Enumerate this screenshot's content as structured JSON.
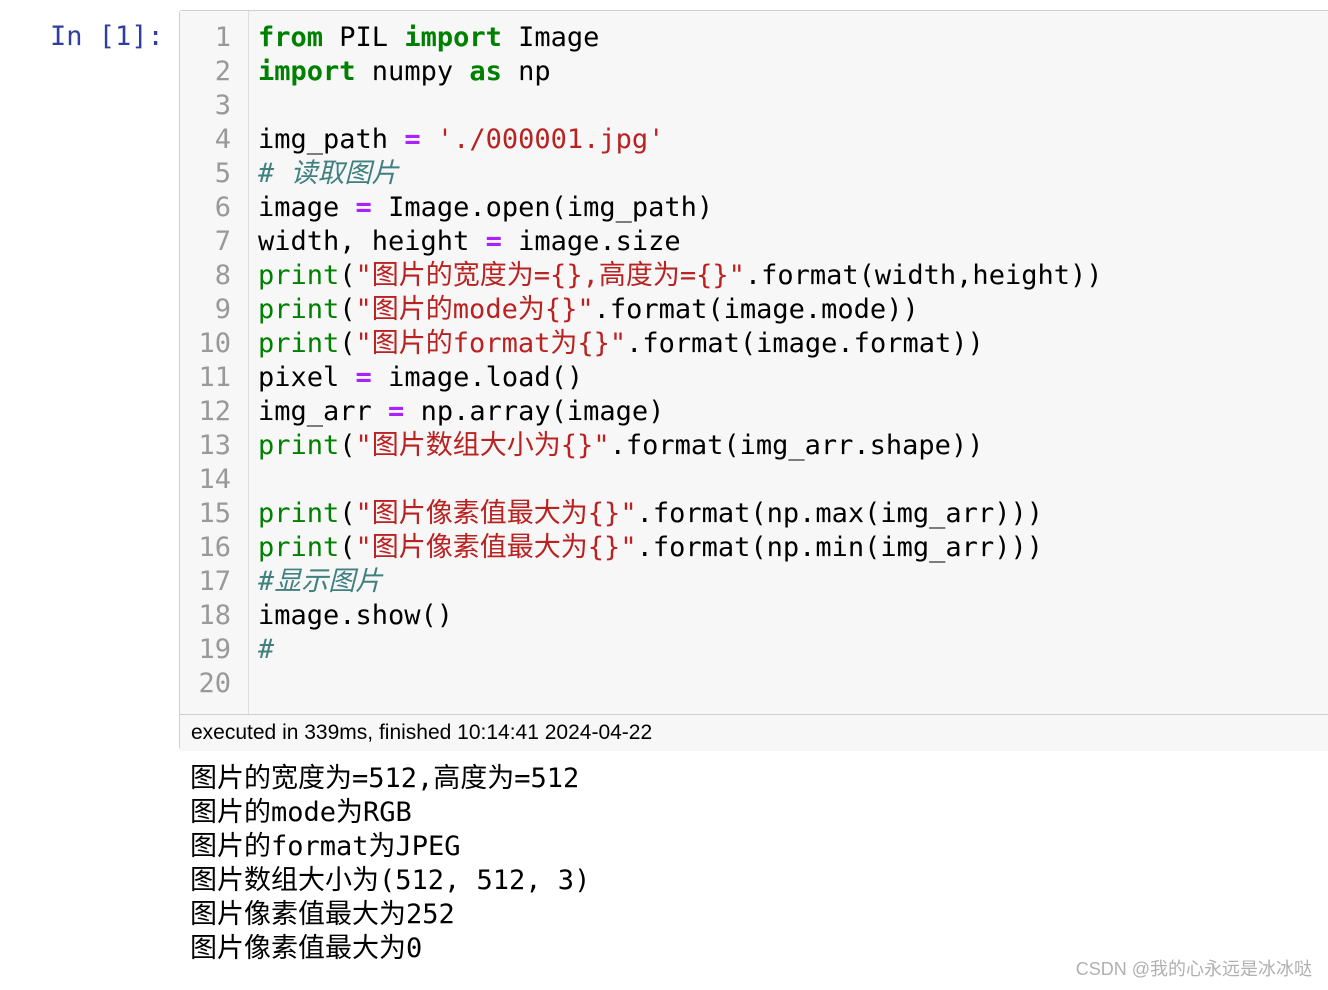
{
  "prompt": "In [1]:",
  "line_numbers": [
    "1",
    "2",
    "3",
    "4",
    "5",
    "6",
    "7",
    "8",
    "9",
    "10",
    "11",
    "12",
    "13",
    "14",
    "15",
    "16",
    "17",
    "18",
    "19",
    "20"
  ],
  "code_lines": [
    [
      {
        "t": "kw",
        "v": "from"
      },
      {
        "t": "p",
        "v": " PIL "
      },
      {
        "t": "kw",
        "v": "import"
      },
      {
        "t": "p",
        "v": " Image"
      }
    ],
    [
      {
        "t": "kw",
        "v": "import"
      },
      {
        "t": "p",
        "v": " numpy "
      },
      {
        "t": "kw",
        "v": "as"
      },
      {
        "t": "p",
        "v": " np"
      }
    ],
    [],
    [
      {
        "t": "p",
        "v": "img_path "
      },
      {
        "t": "op",
        "v": "="
      },
      {
        "t": "p",
        "v": " "
      },
      {
        "t": "str",
        "v": "'./000001.jpg'"
      }
    ],
    [
      {
        "t": "cm",
        "v": "# 读取图片"
      }
    ],
    [
      {
        "t": "p",
        "v": "image "
      },
      {
        "t": "op",
        "v": "="
      },
      {
        "t": "p",
        "v": " Image.open(img_path)"
      }
    ],
    [
      {
        "t": "p",
        "v": "width, height "
      },
      {
        "t": "op",
        "v": "="
      },
      {
        "t": "p",
        "v": " image.size"
      }
    ],
    [
      {
        "t": "bi",
        "v": "print"
      },
      {
        "t": "p",
        "v": "("
      },
      {
        "t": "str",
        "v": "\"图片的宽度为={},高度为={}\""
      },
      {
        "t": "p",
        "v": ".format(width,height))"
      }
    ],
    [
      {
        "t": "bi",
        "v": "print"
      },
      {
        "t": "p",
        "v": "("
      },
      {
        "t": "str",
        "v": "\"图片的mode为{}\""
      },
      {
        "t": "p",
        "v": ".format(image.mode))"
      }
    ],
    [
      {
        "t": "bi",
        "v": "print"
      },
      {
        "t": "p",
        "v": "("
      },
      {
        "t": "str",
        "v": "\"图片的format为{}\""
      },
      {
        "t": "p",
        "v": ".format(image.format))"
      }
    ],
    [
      {
        "t": "p",
        "v": "pixel "
      },
      {
        "t": "op",
        "v": "="
      },
      {
        "t": "p",
        "v": " image.load()"
      }
    ],
    [
      {
        "t": "p",
        "v": "img_arr "
      },
      {
        "t": "op",
        "v": "="
      },
      {
        "t": "p",
        "v": " np.array(image)"
      }
    ],
    [
      {
        "t": "bi",
        "v": "print"
      },
      {
        "t": "p",
        "v": "("
      },
      {
        "t": "str",
        "v": "\"图片数组大小为{}\""
      },
      {
        "t": "p",
        "v": ".format(img_arr.shape))"
      }
    ],
    [],
    [
      {
        "t": "bi",
        "v": "print"
      },
      {
        "t": "p",
        "v": "("
      },
      {
        "t": "str",
        "v": "\"图片像素值最大为{}\""
      },
      {
        "t": "p",
        "v": ".format(np.max(img_arr)))"
      }
    ],
    [
      {
        "t": "bi",
        "v": "print"
      },
      {
        "t": "p",
        "v": "("
      },
      {
        "t": "str",
        "v": "\"图片像素值最大为{}\""
      },
      {
        "t": "p",
        "v": ".format(np.min(img_arr)))"
      }
    ],
    [
      {
        "t": "cm",
        "v": "#显示图片"
      }
    ],
    [
      {
        "t": "p",
        "v": "image.show()"
      }
    ],
    [
      {
        "t": "cm",
        "v": "#"
      }
    ],
    []
  ],
  "execution_info": "executed in 339ms, finished 10:14:41 2024-04-22",
  "output_lines": [
    "图片的宽度为=512,高度为=512",
    "图片的mode为RGB",
    "图片的format为JPEG",
    "图片数组大小为(512, 512, 3)",
    "图片像素值最大为252",
    "图片像素值最大为0"
  ],
  "watermark": "CSDN @我的心永远是冰冰哒",
  "colors": {
    "prompt": "#303f9f",
    "keyword": "#008000",
    "operator": "#aa22ff",
    "string": "#ba2121",
    "comment": "#408080",
    "line_number": "#999999",
    "cell_background": "#f7f7f7"
  }
}
